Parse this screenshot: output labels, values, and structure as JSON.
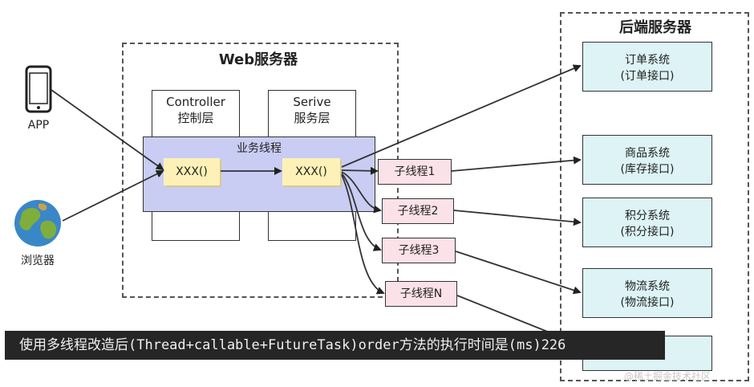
{
  "web_server": {
    "title": "Web服务器"
  },
  "backend_server": {
    "title": "后端服务器"
  },
  "clients": [
    {
      "label": "APP",
      "icon": "phone-icon"
    },
    {
      "label": "浏览器",
      "icon": "globe-icon"
    }
  ],
  "layers": [
    {
      "line1": "Controller",
      "line2": "控制层"
    },
    {
      "line1": "Serive",
      "line2": "服务层"
    }
  ],
  "business_thread": {
    "label": "业务线程"
  },
  "methods": [
    "XXX()",
    "XXX()"
  ],
  "sub_threads": [
    "子线程1",
    "子线程2",
    "子线程3",
    "子线程N"
  ],
  "backend_systems": [
    {
      "line1": "订单系统",
      "line2": "(订单接口)"
    },
    {
      "line1": "商品系统",
      "line2": "(库存接口)"
    },
    {
      "line1": "积分系统",
      "line2": "(积分接口)"
    },
    {
      "line1": "物流系统",
      "line2": "(物流接口)"
    }
  ],
  "caption": "使用多线程改造后(Thread+callable+FutureTask)order方法的执行时间是(ms)226",
  "watermark": "@稀土掘金技术社区",
  "colors": {
    "thread_bg": "#c9cdf3",
    "method_bg": "#fdf1b7",
    "sub_bg": "#fbe1e8",
    "backend_bg": "#ddf3f5"
  }
}
